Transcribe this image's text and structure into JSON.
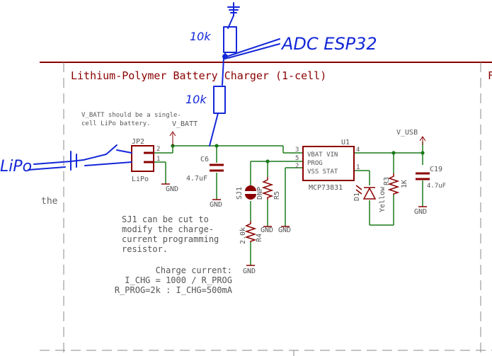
{
  "schematic": {
    "title": "Lithium-Polymer Battery Charger (1-cell)",
    "title_right_fragment": "F",
    "side_text": "the",
    "note_vbatt": [
      "V_BATT should be a single-",
      "cell LiPo battery."
    ],
    "nets": {
      "vbatt": "V_BATT",
      "vusb": "V_USB",
      "gnd": "GND"
    },
    "jp2": {
      "ref": "JP2",
      "label": "LiPo",
      "pin_a": "2",
      "pin_b": "1"
    },
    "c6": {
      "ref": "C6",
      "value": "4.7uF"
    },
    "c19": {
      "ref": "C19",
      "value": "4.7uF"
    },
    "sj1": {
      "ref": "SJ1"
    },
    "r5": {
      "ref": "R5",
      "value": "DNP"
    },
    "r4": {
      "ref": "R4",
      "value": "2.0k"
    },
    "r3": {
      "ref": "R3",
      "value": "1K"
    },
    "d1": {
      "ref": "D1",
      "value": "Yellow"
    },
    "u1": {
      "ref": "U1",
      "part": "MCP73831",
      "pin_line1": "VBAT VIN",
      "pin_line2": "PROG",
      "pin_line3": "VSS STAT",
      "pin_vbat": "3",
      "pin_prog": "5",
      "pin_vss": "2",
      "pin_vin": "4",
      "pin_stat": "1"
    },
    "note_sj1": [
      "SJ1 can be cut to",
      "modify the charge-",
      "current programming",
      "resistor."
    ],
    "charge_note": [
      "Charge current:",
      "I_CHG = 1000 / R_PROG",
      "R_PROG=2k : I_CHG=500mA"
    ]
  },
  "annotations": {
    "resistor_top": "10k",
    "resistor_mid": "10k",
    "adc": "ADC ESP32",
    "battery": "LiPo"
  },
  "colors": {
    "frame": "#8b0000",
    "wire": "#1a7a1a",
    "text": "#555555",
    "component": "#8b0000",
    "pen": "#1428d8"
  }
}
